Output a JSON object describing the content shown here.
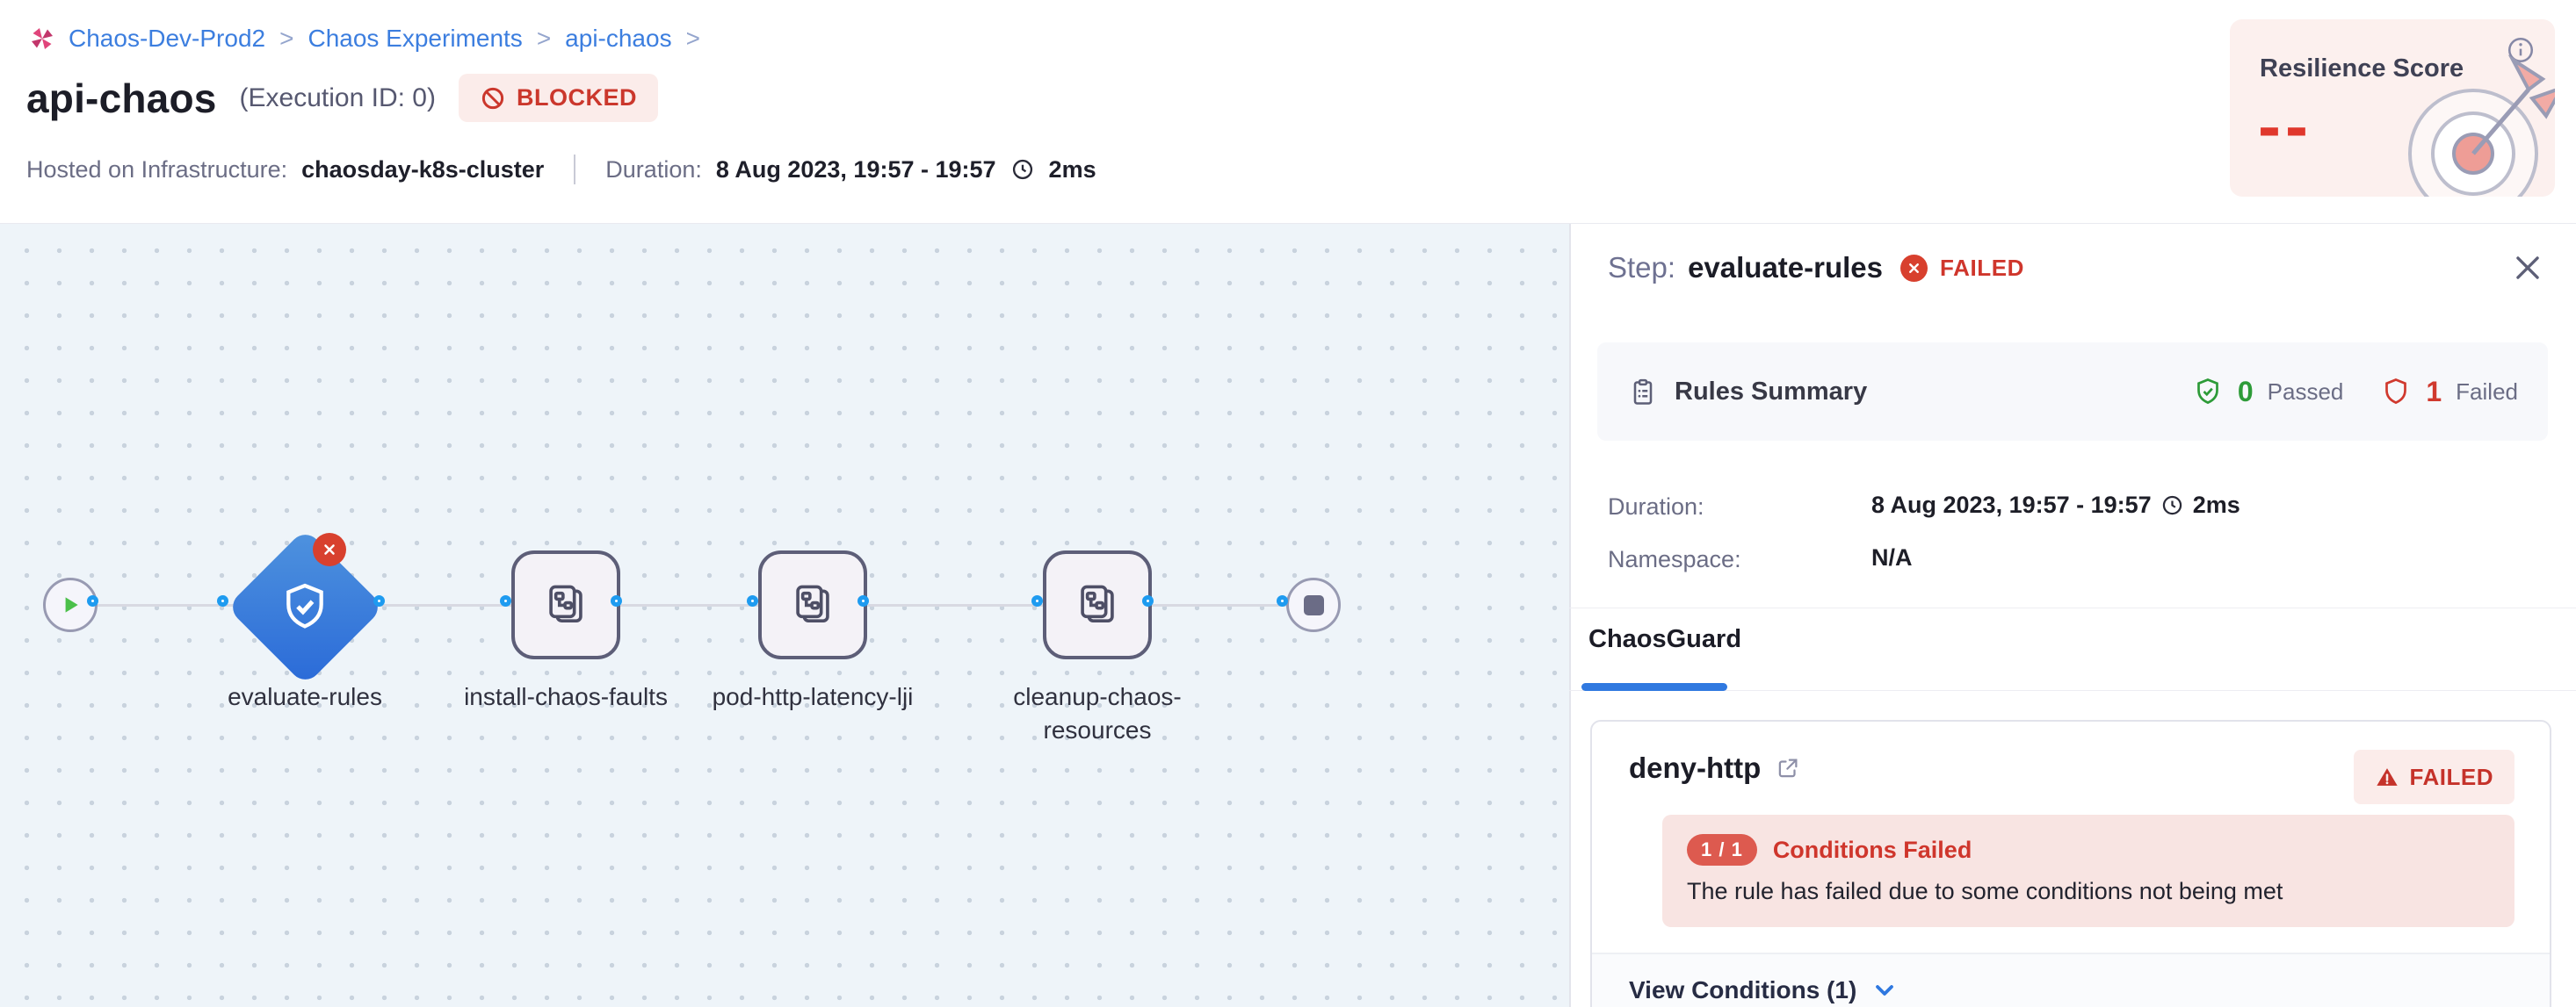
{
  "colors": {
    "link_blue": "#3c7edf",
    "accent_blue": "#3079e0",
    "error_red": "#cf362c",
    "success_green": "#2d9b38",
    "pink_bg": "#fbecea",
    "canvas_bg": "#eef4f9"
  },
  "breadcrumb": {
    "items": [
      "Chaos-Dev-Prod2",
      "Chaos Experiments",
      "api-chaos"
    ],
    "separator": ">"
  },
  "header": {
    "title": "api-chaos",
    "execution_id": "(Execution ID: 0)",
    "status": "BLOCKED",
    "infra_label": "Hosted on Infrastructure:",
    "infra_value": "chaosday-k8s-cluster",
    "duration_label": "Duration:",
    "duration_value": "8 Aug 2023, 19:57 - 19:57",
    "duration_total": "2ms"
  },
  "resilience": {
    "title": "Resilience Score",
    "value": "--"
  },
  "pipeline": {
    "nodes": [
      {
        "label": "evaluate-rules",
        "status": "failed"
      },
      {
        "label": "install-chaos-faults"
      },
      {
        "label": "pod-http-latency-lji"
      },
      {
        "label": "cleanup-chaos-resources"
      }
    ]
  },
  "panel": {
    "step_label": "Step:",
    "step_name": "evaluate-rules",
    "step_status": "FAILED",
    "rules_summary": {
      "title": "Rules Summary",
      "passed_count": "0",
      "passed_label": "Passed",
      "failed_count": "1",
      "failed_label": "Failed"
    },
    "duration_label": "Duration:",
    "duration_value": "8 Aug 2023, 19:57 - 19:57",
    "duration_total": "2ms",
    "namespace_label": "Namespace:",
    "namespace_value": "N/A",
    "tab": "ChaosGuard",
    "rule": {
      "name": "deny-http",
      "status": "FAILED",
      "conditions_badge": "1 / 1",
      "conditions_title": "Conditions Failed",
      "conditions_message": "The rule has failed due to some conditions not being met",
      "footer_label": "View Conditions (1)"
    }
  }
}
